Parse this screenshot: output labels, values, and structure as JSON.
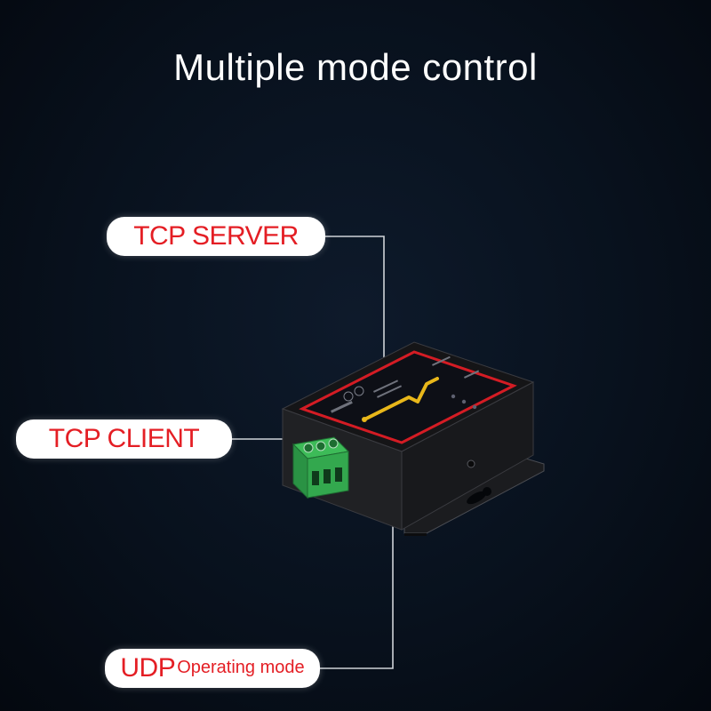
{
  "headline": "Multiple mode control",
  "labels": {
    "tcp_server": "TCP SERVER",
    "tcp_client": "TCP CLIENT",
    "udp_main": "UDP",
    "udp_sub": "Operating mode"
  },
  "colors": {
    "label_text": "#e41e24",
    "label_bg": "#ffffff",
    "background": "#08111d",
    "device_body": "#1a1a1c",
    "device_panel_border": "#d41c24",
    "terminal_block": "#2fa84a",
    "pcb_trace": "#e8b71a"
  },
  "device": {
    "type": "serial-device-server",
    "terminal": "green-3-pin-terminal-block"
  }
}
